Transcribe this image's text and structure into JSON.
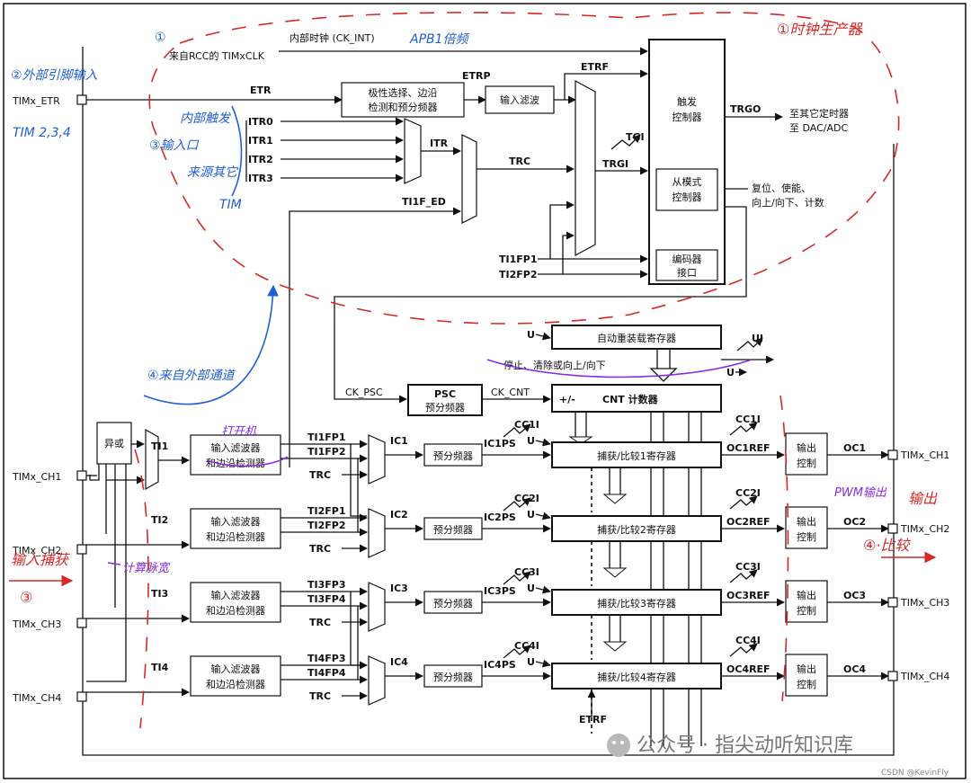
{
  "diagram": {
    "clock": {
      "internal": "内部时钟 (CK_INT)",
      "from_rcc": "来自RCC的 TIMxCLK",
      "etr_pin": "TIMx_ETR",
      "etr": "ETR",
      "etrp": "ETRP",
      "etrf": "ETRF",
      "polarity_box": [
        "极性选择、边沿",
        "检测和预分频器"
      ],
      "input_filter": "输入滤波",
      "itr": [
        "ITR0",
        "ITR1",
        "ITR2",
        "ITR3"
      ],
      "itr_out": "ITR",
      "trc": "TRC",
      "tgi": "TGI",
      "trgi": "TRGI",
      "ti1f_ed": "TI1F_ED",
      "ti1fp1": "TI1FP1",
      "ti2fp2": "TI2FP2",
      "trigger_ctrl": [
        "触发",
        "控制器"
      ],
      "trgo": "TRGO",
      "trgo_dest": [
        "至其它定时器",
        "至 DAC/ADC"
      ],
      "slave_ctrl": [
        "从模式",
        "控制器"
      ],
      "slave_note": [
        "复位、使能、",
        "向上/向下、计数"
      ],
      "encoder": [
        "编码器",
        "接口"
      ]
    },
    "counter": {
      "u": "U",
      "auto_reload": "自动重装载寄存器",
      "ui": "UI",
      "stop_note": "停止、清除或向上/向下",
      "ck_psc": "CK_PSC",
      "psc_title": "PSC",
      "psc_sub": "预分频器",
      "ck_cnt": "CK_CNT",
      "cnt_sign": "+/-",
      "cnt": "CNT 计数器"
    },
    "channels": {
      "xor": "异或",
      "filter": [
        "输入滤波器",
        "和边沿检测器"
      ],
      "prescaler": "预分频器",
      "output_ctrl": [
        "输出",
        "控制"
      ],
      "etrf_bottom": "ETRF",
      "list": [
        {
          "pin": "TIMx_CH1",
          "ti": "TI1",
          "fpa": "TI1FP1",
          "fpb": "TI1FP2",
          "trc": "TRC",
          "ic": "IC1",
          "icps": "IC1PS",
          "cci": "CC1I",
          "reg": "捕获/比较1寄存器",
          "ocref": "OC1REF",
          "oc": "OC1",
          "out": "TIMx_CH1"
        },
        {
          "pin": "TIMx_CH2",
          "ti": "TI2",
          "fpa": "TI2FP1",
          "fpb": "TI2FP2",
          "trc": "TRC",
          "ic": "IC2",
          "icps": "IC2PS",
          "cci": "CC2I",
          "reg": "捕获/比较2寄存器",
          "ocref": "OC2REF",
          "oc": "OC2",
          "out": "TIMx_CH2"
        },
        {
          "pin": "TIMx_CH3",
          "ti": "TI3",
          "fpa": "TI3FP3",
          "fpb": "TI3FP4",
          "trc": "TRC",
          "ic": "IC3",
          "icps": "IC3PS",
          "cci": "CC3I",
          "reg": "捕获/比较3寄存器",
          "ocref": "OC3REF",
          "oc": "OC3",
          "out": "TIMx_CH3"
        },
        {
          "pin": "TIMx_CH4",
          "ti": "TI4",
          "fpa": "TI4FP3",
          "fpb": "TI4FP4",
          "trc": "TRC",
          "ic": "IC4",
          "icps": "IC4PS",
          "cci": "CC4I",
          "reg": "捕获/比较4寄存器",
          "ocref": "OC4REF",
          "oc": "OC4",
          "out": "TIMx_CH4"
        }
      ]
    }
  },
  "annotations": {
    "clock_gen": "①时钟生产器",
    "ext_pin": "②外部引脚输入",
    "tim_list": "TIM 2,3,4",
    "apb1": "APB1倍频",
    "inner_trig": [
      "内部触发",
      "③输入口",
      "来源其它",
      "TIM"
    ],
    "ext_channel": "④来自外部通道",
    "input_capture": "输入捕获",
    "measure": "计算脉宽",
    "num3": "③",
    "pwm_out": "PWM输出",
    "output": "输出",
    "compare": "④·比较",
    "num1": "①",
    "catch": "打开机"
  },
  "watermark": {
    "text": "公众号 · 指尖动听知识库",
    "credit": "CSDN @KevinFly"
  },
  "colors": {
    "annotation_red": "#d62828",
    "annotation_blue": "#1f5fd6",
    "annotation_purple": "#8a2be2"
  }
}
